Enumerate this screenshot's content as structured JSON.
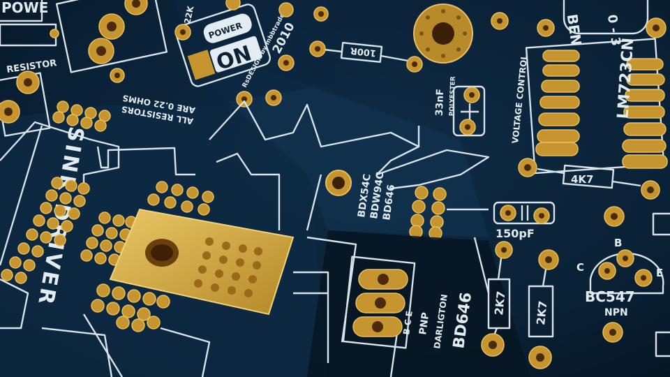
{
  "labels": {
    "power_top": "POWE",
    "resistor": "RESISTOR",
    "res_value_top": "22K",
    "power_badge": "POWER",
    "on": "ON",
    "year": "2010",
    "designer": "RsDESIGN by mbbtrades",
    "r100": "100R",
    "cap_value": "33nF",
    "cap_type": "POLYESTER",
    "voltage_control": "VOLTAGE CONTROL",
    "ic": "LM723CN",
    "ic_top": "BEN",
    "ic_top2": "0 - 3",
    "all_resistors": "ALL RESISTORS",
    "ohms": "ARE 0.22 OHMS",
    "heatsink_driver": "SINK DRIVER",
    "r4k7": "4K7",
    "bdx54c": "BDX54C",
    "bdx94c": "BDW94C",
    "bd646": "BD646",
    "pf150": "150pF",
    "bc_b": "B",
    "bc_c": "C",
    "bc_e": "E",
    "bc547": "BC547",
    "npn": "NPN",
    "bce": "B  C  E",
    "pnp": "PNP",
    "darlington": "DARLIGTON",
    "bd646_big": "BD646",
    "r2k7a": "2K7",
    "r2k7b": "2K7"
  },
  "colors": {
    "board": "#0b2236",
    "silkscreen": "#e3ecf0",
    "copper": "#c7952f",
    "heatsink_plate": "#d8b450"
  }
}
